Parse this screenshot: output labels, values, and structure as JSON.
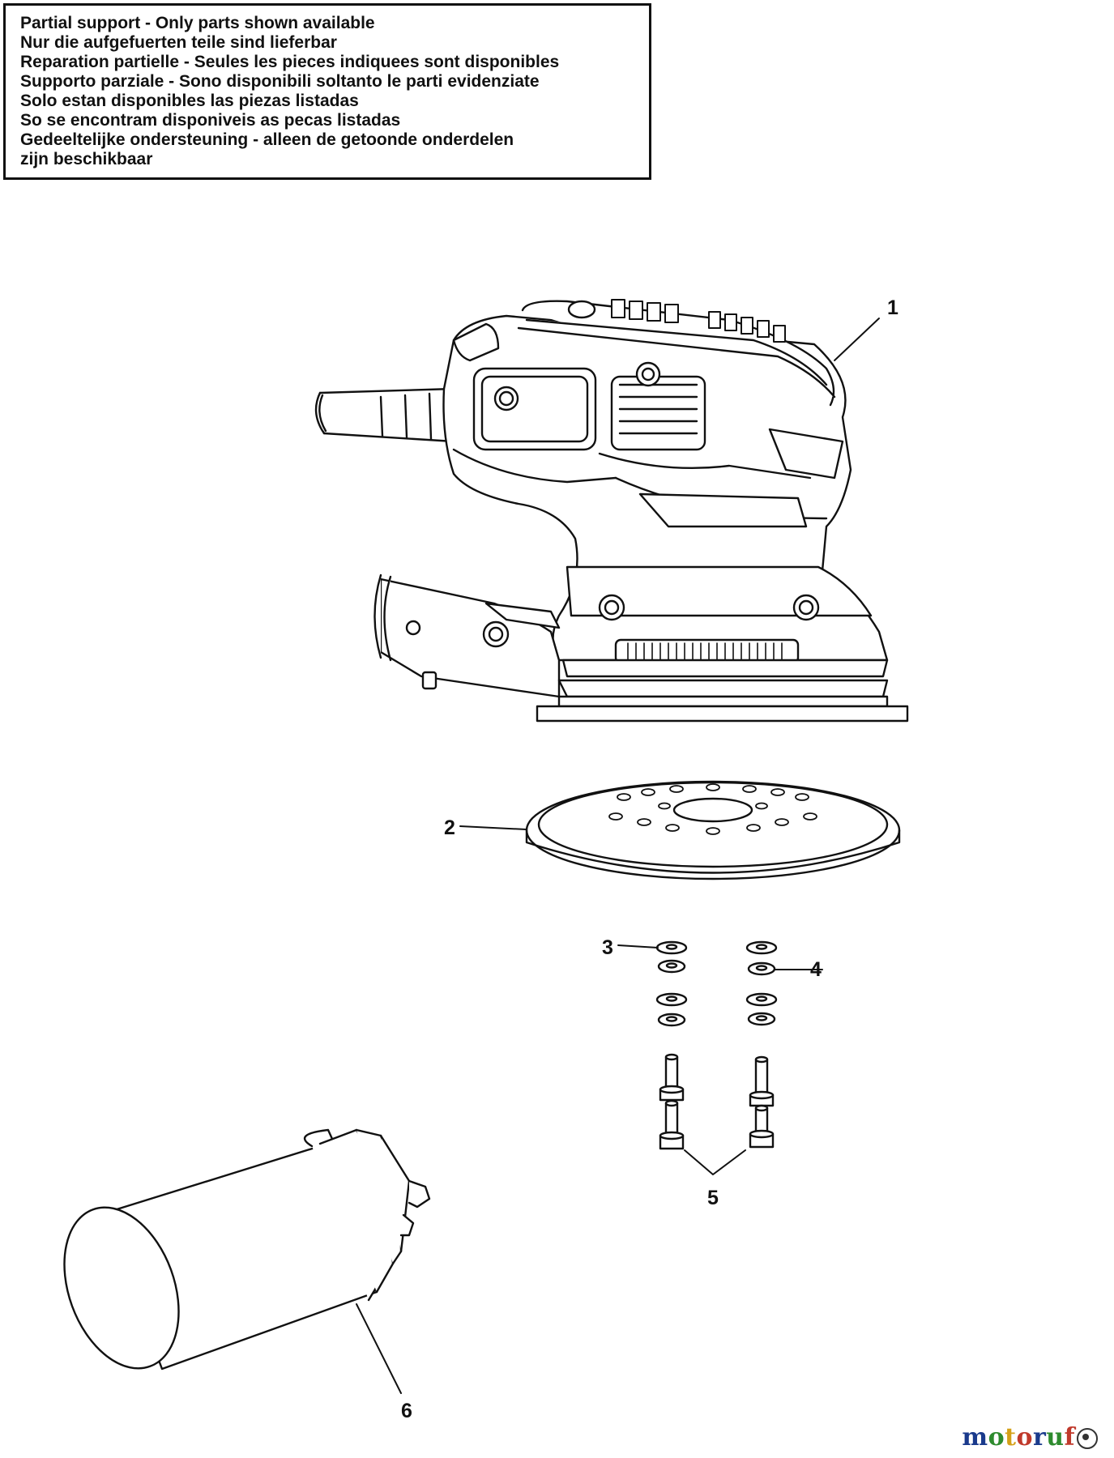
{
  "notice": {
    "lines": [
      "Partial support - Only parts shown available",
      "Nur die aufgefuerten teile sind lieferbar",
      "Reparation partielle - Seules les pieces indiquees sont disponibles",
      "Supporto parziale - Sono disponibili soltanto le parti evidenziate",
      "Solo estan disponibles las piezas listadas",
      "So se encontram disponiveis as pecas listadas",
      "Gedeeltelijke ondersteuning - alleen de getoonde onderdelen",
      "zijn beschikbaar"
    ]
  },
  "parts": [
    {
      "number": "1",
      "name": "sander-body"
    },
    {
      "number": "2",
      "name": "sanding-pad"
    },
    {
      "number": "3",
      "name": "washer"
    },
    {
      "number": "4",
      "name": "lock-washer"
    },
    {
      "number": "5",
      "name": "screw"
    },
    {
      "number": "6",
      "name": "dust-canister"
    }
  ],
  "watermark": {
    "text": "motoruf",
    "colors": [
      "#1a3a8c",
      "#2e8b2e",
      "#d4a017",
      "#c0392b",
      "#1a3a8c",
      "#2e8b2e",
      "#c0392b"
    ]
  }
}
